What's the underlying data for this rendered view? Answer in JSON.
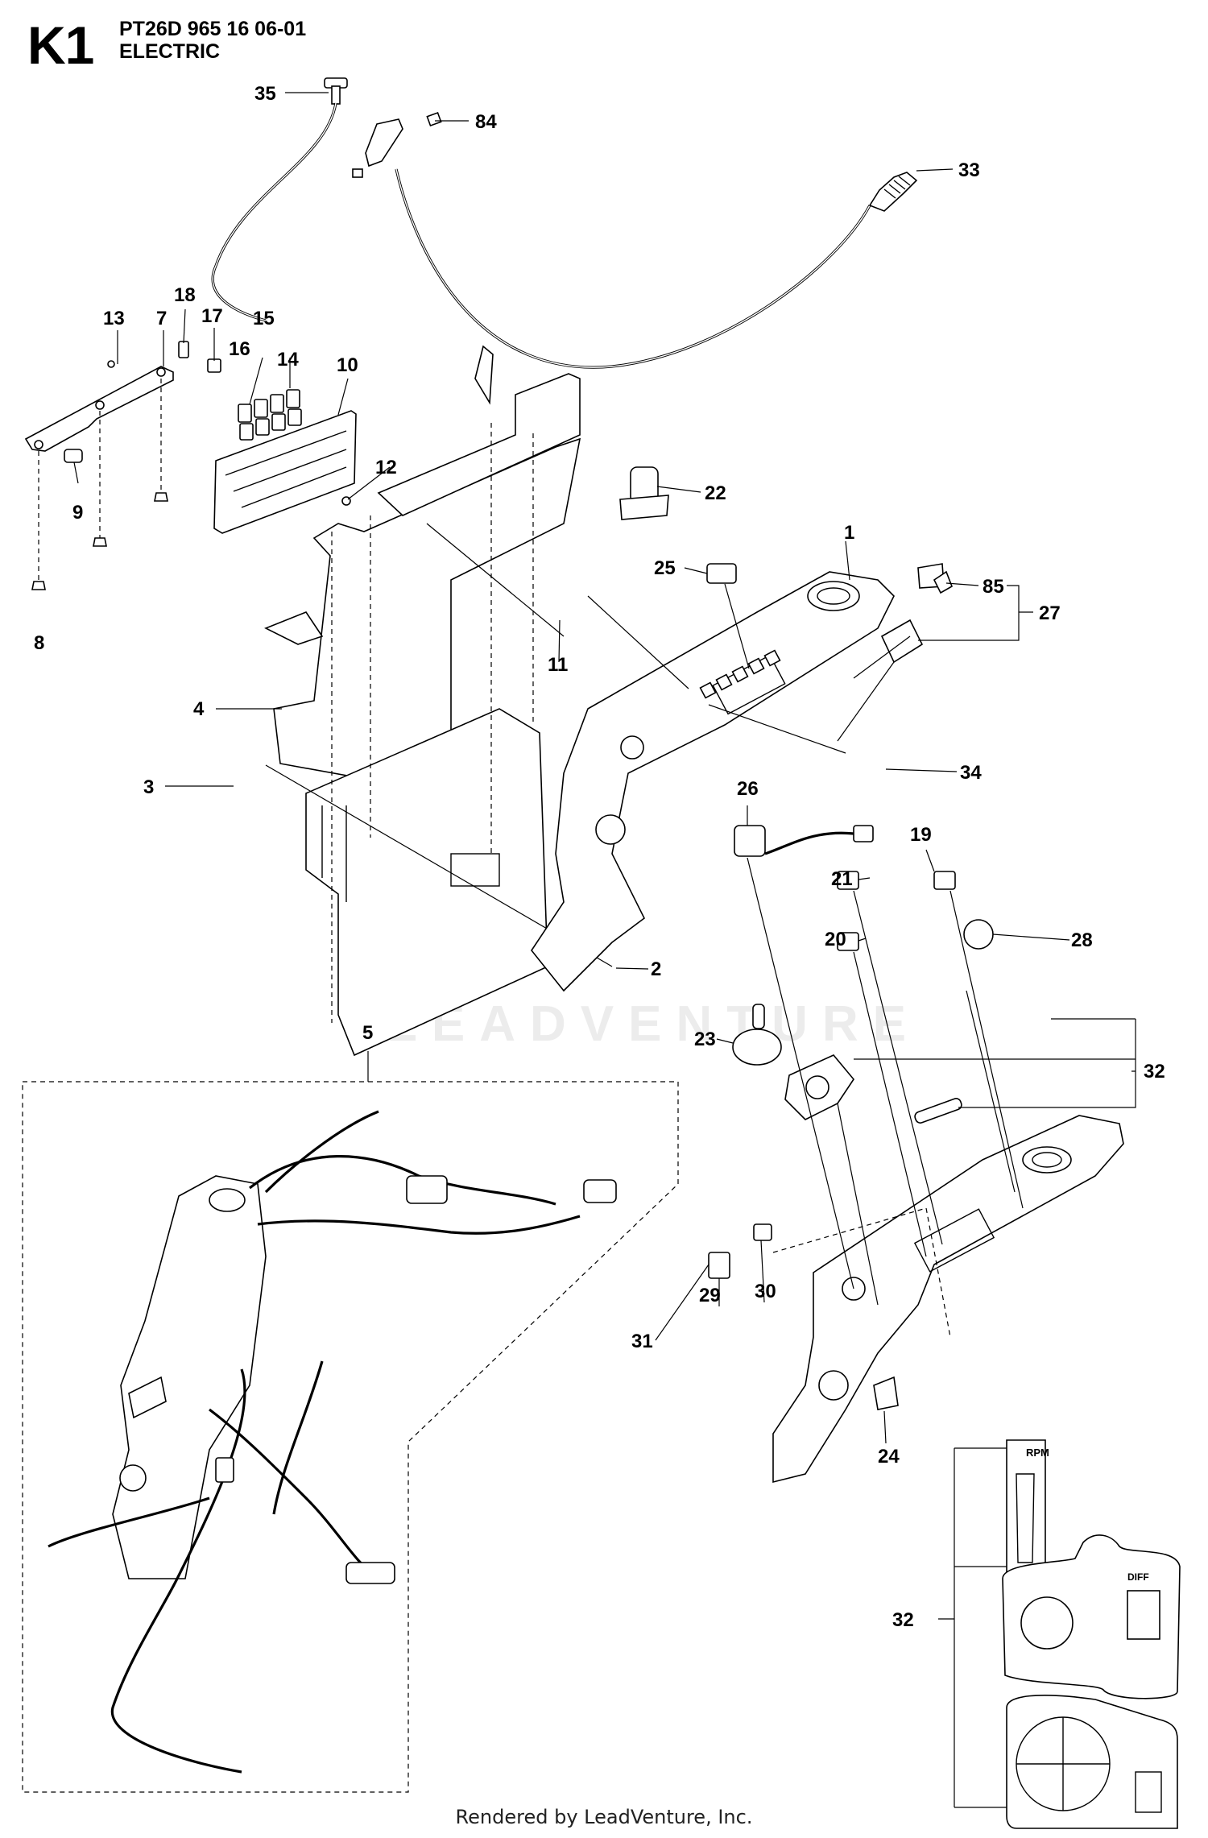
{
  "header": {
    "code": "K1",
    "model": "PT26D 965 16 06-01",
    "section": "ELECTRIC"
  },
  "watermark": "LEADVENTURE",
  "footer": "Rendered by LeadVenture, Inc.",
  "callouts": [
    {
      "id": "35",
      "label": "35"
    },
    {
      "id": "84",
      "label": "84"
    },
    {
      "id": "33",
      "label": "33"
    },
    {
      "id": "13",
      "label": "13"
    },
    {
      "id": "7",
      "label": "7"
    },
    {
      "id": "18",
      "label": "18"
    },
    {
      "id": "17",
      "label": "17"
    },
    {
      "id": "15",
      "label": "15"
    },
    {
      "id": "16",
      "label": "16"
    },
    {
      "id": "14",
      "label": "14"
    },
    {
      "id": "10",
      "label": "10"
    },
    {
      "id": "12",
      "label": "12"
    },
    {
      "id": "9",
      "label": "9"
    },
    {
      "id": "8",
      "label": "8"
    },
    {
      "id": "22",
      "label": "22"
    },
    {
      "id": "1",
      "label": "1"
    },
    {
      "id": "25",
      "label": "25"
    },
    {
      "id": "85",
      "label": "85"
    },
    {
      "id": "27",
      "label": "27"
    },
    {
      "id": "11",
      "label": "11"
    },
    {
      "id": "4",
      "label": "4"
    },
    {
      "id": "3",
      "label": "3"
    },
    {
      "id": "34",
      "label": "34"
    },
    {
      "id": "26",
      "label": "26"
    },
    {
      "id": "19",
      "label": "19"
    },
    {
      "id": "21",
      "label": "21"
    },
    {
      "id": "28",
      "label": "28"
    },
    {
      "id": "20",
      "label": "20"
    },
    {
      "id": "2",
      "label": "2"
    },
    {
      "id": "5",
      "label": "5"
    },
    {
      "id": "23",
      "label": "23"
    },
    {
      "id": "32a",
      "label": "32"
    },
    {
      "id": "30",
      "label": "30"
    },
    {
      "id": "29",
      "label": "29"
    },
    {
      "id": "31",
      "label": "31"
    },
    {
      "id": "24",
      "label": "24"
    },
    {
      "id": "32b",
      "label": "32"
    }
  ],
  "decal": {
    "rpm": "RPM",
    "diff": "DIFF"
  }
}
